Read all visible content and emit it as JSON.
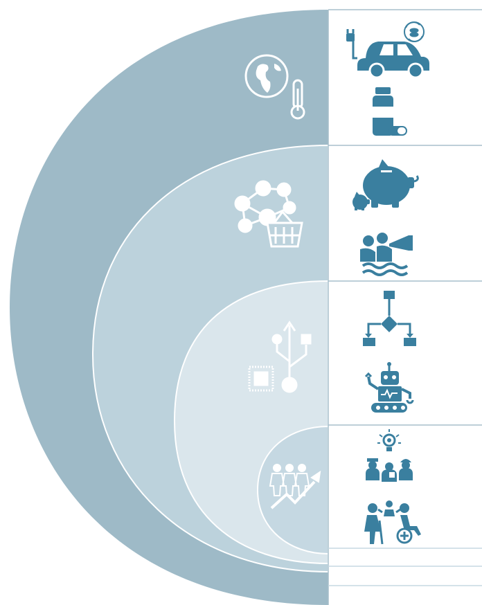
{
  "diagram": {
    "colors": {
      "ring_outer": "#9ebac7",
      "ring_2": "#bcd2dc",
      "ring_3": "#dae6ec",
      "ring_inner": "#c5d8e2",
      "separator": "#ffffff",
      "icon_blue": "#3a7f9f",
      "icon_light": "#ffffff",
      "divider": "#a7bfcc"
    },
    "layers": [
      {
        "id": "climate",
        "ring_icon": "globe-thermometer-icon",
        "right_icons": [
          "electric-car-charging-icon",
          "medicine-bottle-icon"
        ]
      },
      {
        "id": "social",
        "ring_icon": "social-network-shopping-icon",
        "right_icons": [
          "piggy-bank-savings-icon",
          "drowning-person-megaphone-icon"
        ]
      },
      {
        "id": "technology",
        "ring_icon": "usb-chip-icon",
        "right_icons": [
          "flowchart-icon",
          "robot-icon"
        ]
      },
      {
        "id": "demography",
        "ring_icon": "population-growth-icon",
        "right_icons": [
          "workforce-idea-icon",
          "elderly-care-icon"
        ]
      }
    ]
  }
}
